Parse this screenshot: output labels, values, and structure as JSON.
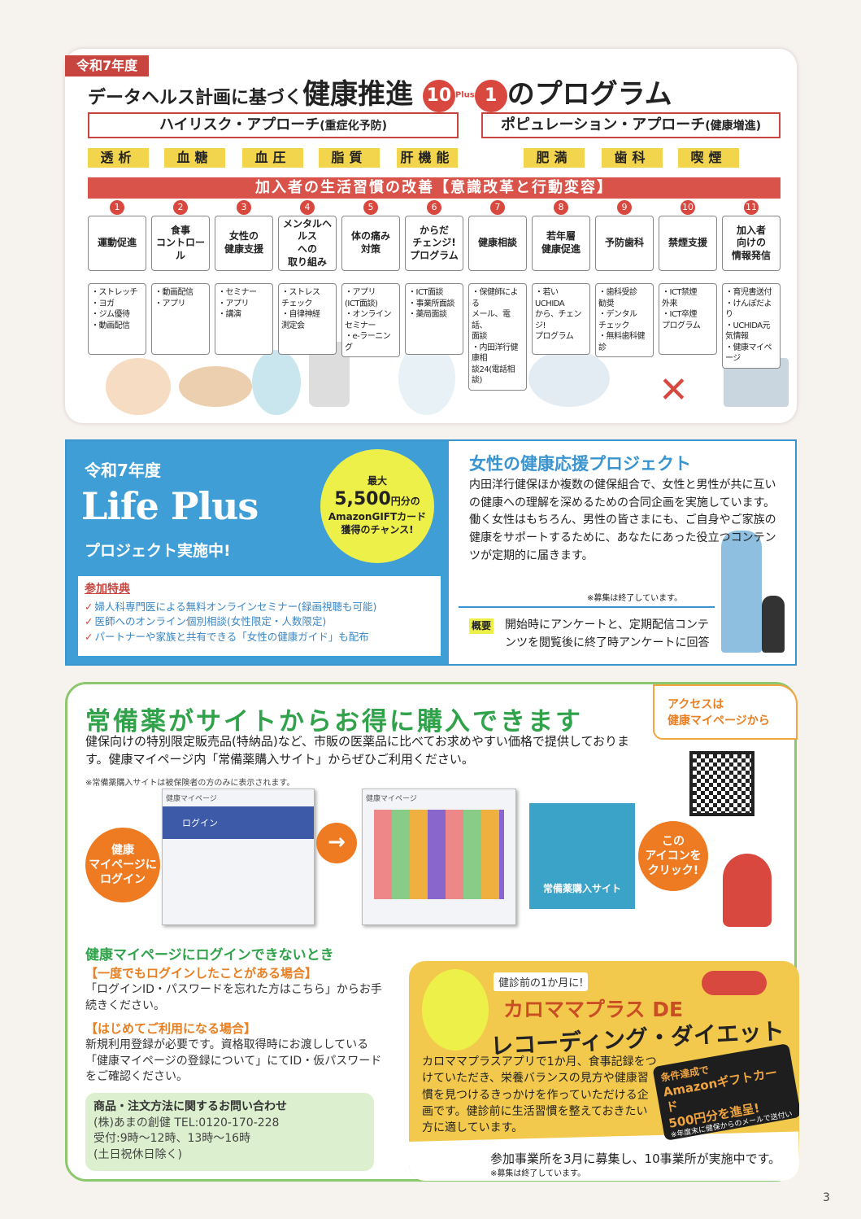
{
  "s1": {
    "year_tag": "令和7年度",
    "title_prefix": "データヘルス計画に基づく",
    "title_main": "健康推進",
    "badge_10": "10",
    "badge_plus": "Plus",
    "badge_1": "1",
    "title_suffix": "のプログラム",
    "high_risk": "ハイリスク・アプローチ",
    "high_risk_sub": "(重症化予防)",
    "population": "ポピュレーション・アプローチ",
    "population_sub": "(健康増進)",
    "categories": [
      "透析",
      "血糖",
      "血圧",
      "脂質",
      "肝機能",
      "肥満",
      "歯科",
      "喫煙"
    ],
    "banner": "加入者の生活習慣の改善【意識改革と行動変容】",
    "programs": [
      {
        "num": "1",
        "name": "運動促進",
        "details": "・ストレッチ\n・ヨガ\n・ジム優待\n・動画配信"
      },
      {
        "num": "2",
        "name": "食事\nコントロール",
        "details": "・動画配信\n・アプリ"
      },
      {
        "num": "3",
        "name": "女性の\n健康支援",
        "details": "・セミナー\n・アプリ\n・講演"
      },
      {
        "num": "4",
        "name": "メンタルヘルス\nへの\n取り組み",
        "details": "・ストレス\n チェック\n・自律神経\n 測定会"
      },
      {
        "num": "5",
        "name": "体の痛み\n対策",
        "details": "・アプリ\n (ICT面談)\n・オンライン\n セミナー\n・e-ラーニング"
      },
      {
        "num": "6",
        "name": "からだ\nチェンジ!\nプログラム",
        "details": "・ICT面談\n・事業所面談\n・薬局面談"
      },
      {
        "num": "7",
        "name": "健康相談",
        "details": "・保健師による\n メール、電話、\n 面談\n・内田洋行健康相\n 談24(電話相談)"
      },
      {
        "num": "8",
        "name": "若年層\n健康促進",
        "details": "・若いUCHIDA\n から、チェンジ!\n プログラム"
      },
      {
        "num": "9",
        "name": "予防歯科",
        "details": "・歯科受診\n 勧奨\n・デンタル\n チェック\n・無料歯科健診"
      },
      {
        "num": "10",
        "name": "禁煙支援",
        "details": "・ICT禁煙\n 外来\n・ICT卒煙\n プログラム"
      },
      {
        "num": "11",
        "name": "加入者\n向けの\n情報発信",
        "details": "・育児書送付\n・けんぽだより\n・UCHIDA元気情報\n・健康マイページ"
      }
    ]
  },
  "s2": {
    "year": "令和7年度",
    "logo": "Life Plus",
    "subtitle": "プロジェクト実施中!",
    "circle_top": "最大",
    "circle_amount": "5,500",
    "circle_unit": "円分の",
    "circle_gift": "AmazonGIFTカード",
    "circle_bottom": "獲得のチャンス!",
    "perks_title": "参加特典",
    "perks": [
      "婦人科専門医による無料オンラインセミナー(録画視聴も可能)",
      "医師へのオンライン個別相談(女性限定・人数限定)",
      "パートナーや家族と共有できる「女性の健康ガイド」も配布"
    ],
    "w_title": "女性の健康応援プロジェクト",
    "w_body": "内田洋行健保ほか複数の健保組合で、女性と男性が共に互いの健康への理解を深めるための合同企画を実施しています。働く女性はもちろん、男性の皆さまにも、ご自身やご家族の健康をサポートするために、あなたにあった役立つコンテンツが定期的に届きます。",
    "w_note": "※募集は終了しています。",
    "w_gaiyo_label": "概要",
    "w_gaiyo": "開始時にアンケートと、定期配信コンテンツを閲覧後に終了時アンケートに回答"
  },
  "s3": {
    "title": "常備薬がサイトからお得に購入できます",
    "access": "アクセスは\n健康マイページから",
    "body": "健保向けの特別限定販売品(特納品)など、市販の医薬品に比べてお求めやすい価格で提供しております。健康マイページ内「常備薬購入サイト」からぜひご利用ください。",
    "note": "※常備薬購入サイトは被保険者の方のみに表示されます。",
    "step1": "健康\nマイページに\nログイン",
    "screen1_title": "健康マイページ",
    "screen1_login": "ログイン",
    "screen2_title": "健康マイページ",
    "teal_label": "常備薬購入サイト",
    "step2": "この\nアイコンを\nクリック!",
    "login_help_title": "健康マイページにログインできないとき",
    "case1_title": "【一度でもログインしたことがある場合】",
    "case1_body": "「ログインID・パスワードを忘れた方はこちら」からお手続きください。",
    "case2_title": "【はじめてご利用になる場合】",
    "case2_body": "新規利用登録が必要です。資格取得時にお渡ししている「健康マイページの登録について」にてID・仮パスワードをご確認ください。",
    "contact_title": "商品・注文方法に関するお問い合わせ",
    "contact_lines": [
      "(株)あまの創健 TEL:0120-170-228",
      "受付:9時〜12時、13時〜16時",
      "(土日祝休日除く)"
    ]
  },
  "diet": {
    "tag": "健診前の1か月に!",
    "title1": "カロママプラス DE",
    "title2": "レコーディング・ダイエット",
    "body": "カロママプラスアプリで1か月、食事記録をつけていただき、栄養バランスの見方や健康習慣を見つけるきっかけを作っていただける企画です。健診前に生活習慣を整えておきたい方に適しています。",
    "reward1": "条件達成で",
    "reward2": "Amazonギフトカード",
    "reward3": "500円分を進呈!",
    "reward_note": "※年度末に健保からのメールで送付いたします",
    "status": "参加事業所を3月に募集し、10事業所が実施中です。",
    "note": "※募集は終了しています。"
  },
  "page_number": "3"
}
